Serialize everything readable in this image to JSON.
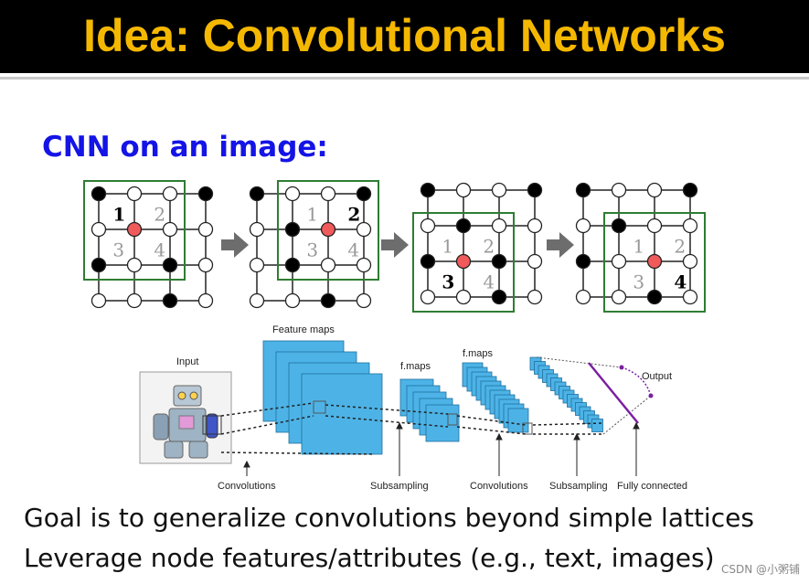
{
  "slide": {
    "title": "Idea: Convolutional Networks",
    "subtitle": "CNN on an image:",
    "bullets": [
      "Goal is to generalize convolutions beyond simple lattices",
      "Leverage node features/attributes (e.g., text, images)"
    ],
    "watermark": "CSDN @小粥铺"
  },
  "lattice_panels": [
    {
      "highlight": "1"
    },
    {
      "highlight": "2"
    },
    {
      "highlight": "3"
    },
    {
      "highlight": "4"
    }
  ],
  "lattice_numbers": [
    "1",
    "2",
    "3",
    "4"
  ],
  "cnn_diagram": {
    "input_label": "Input",
    "feature_maps_label": "Feature maps",
    "fmaps_label_1": "f.maps",
    "fmaps_label_2": "f.maps",
    "output_label": "Output",
    "bottom_labels": [
      "Convolutions",
      "Subsampling",
      "Convolutions",
      "Subsampling",
      "Fully connected"
    ]
  },
  "colors": {
    "title": "#f5b800",
    "subtitle": "#1414e6",
    "window_border": "#2e7d32",
    "center_node": "#f15a5a",
    "feature_map": "#4db3e6",
    "output_line": "#7b1fa2"
  }
}
